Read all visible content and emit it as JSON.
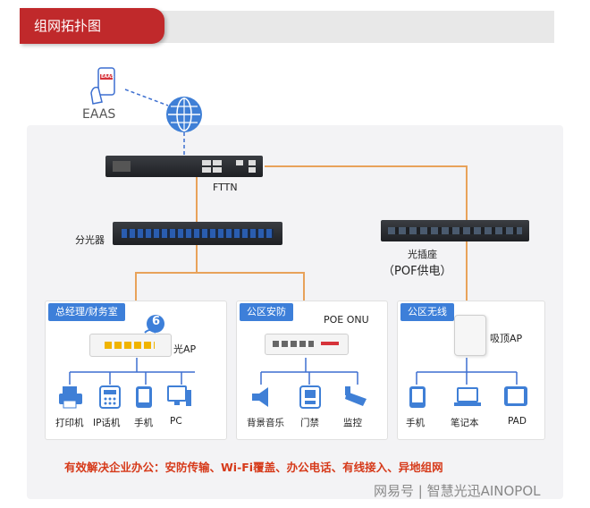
{
  "header": {
    "title": "组网拓扑图"
  },
  "nodes": {
    "eaas": "EAAS",
    "phone_badge": "EAAS",
    "fttn": "FTTN",
    "splitter": "分光器",
    "socket_line1": "光插座",
    "socket_line2": "（POF供电）"
  },
  "panels": {
    "office": {
      "title": "总经理/财务室",
      "device": "光AP",
      "wifi_badge": "6",
      "devices": [
        "打印机",
        "IP话机",
        "手机",
        "PC"
      ]
    },
    "security": {
      "title": "公区安防",
      "device": "POE ONU",
      "devices": [
        "背景音乐",
        "门禁",
        "监控"
      ]
    },
    "wireless": {
      "title": "公区无线",
      "device": "吸顶AP",
      "devices": [
        "手机",
        "笔记本",
        "PAD"
      ]
    }
  },
  "footer": {
    "text": "有效解决企业办公：安防传输、Wi-Fi覆盖、办公电话、有线接入、异地组网"
  },
  "watermark": {
    "text": "网易号 | 智慧光迅AINOPOL"
  },
  "colors": {
    "accent": "#c0292b",
    "fiber": "#e8a25a",
    "panel_title": "#3d7fd9",
    "footer": "#d63a1a"
  }
}
